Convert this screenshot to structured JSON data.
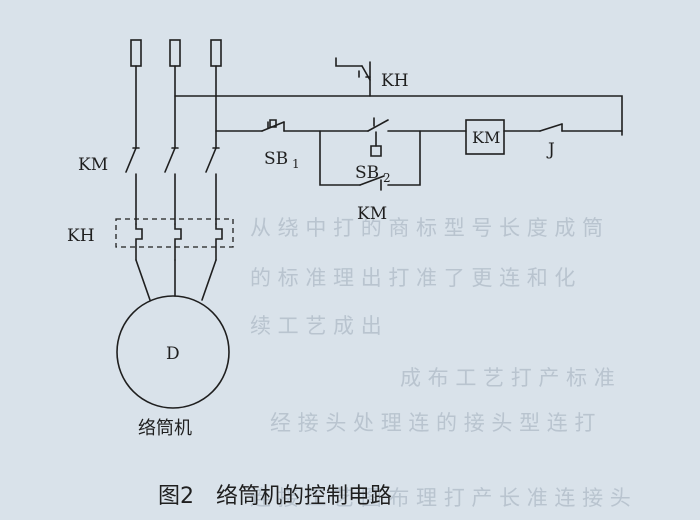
{
  "labels": {
    "km_main": "KM",
    "kh_main": "KH",
    "kh_control": "KH",
    "sb1": "SB",
    "sb1_sub": "1",
    "sb2": "SB",
    "sb2_sub": "2",
    "km_aux": "KM",
    "km_coil": "KM",
    "j": "J",
    "motor": "D"
  },
  "motor_caption": "络筒机",
  "figure_caption": "图2　络筒机的控制电路",
  "background": {
    "lines": [
      "从  绕  中  打  的  商  标  型  号  长  度  成  筒",
      "  的  标  准  理  出  打  准  了  更  连  和  化",
      "续  工  艺  成  出",
      "成  布  工  艺  打  产  标  准",
      "  经  接  头  处  理  连  的  接  头  型  连  打",
      "连  接  工  艺  图  布  理  打  产  长  准  连  接  头"
    ]
  }
}
